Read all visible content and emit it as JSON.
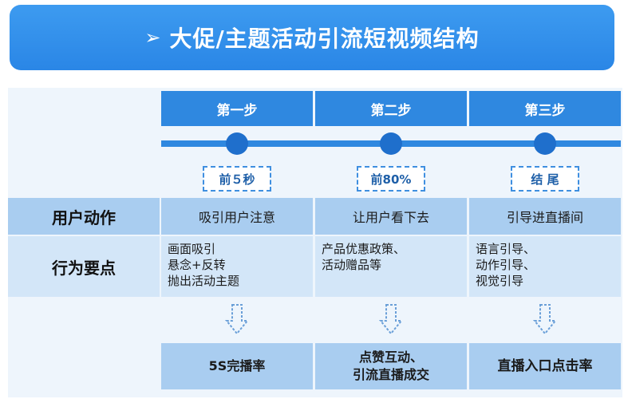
{
  "header": {
    "arrow": "➢",
    "title": "大促/主题活动引流短视频结构"
  },
  "steps": [
    {
      "label": "第一步",
      "phase": "前５秒"
    },
    {
      "label": "第二步",
      "phase": "前80%"
    },
    {
      "label": "第三步",
      "phase": "结 尾"
    }
  ],
  "rows": {
    "user_action": {
      "label": "用户动作",
      "cells": [
        "吸引用户注意",
        "让用户看下去",
        "引导进直播间"
      ]
    },
    "behavior": {
      "label": "行为要点",
      "cells": [
        [
          "画面吸引",
          "悬念+反转",
          "抛出活动主题"
        ],
        [
          "产品优惠政策、",
          "活动赠品等"
        ],
        [
          "语言引导、",
          "动作引导、",
          "视觉引导"
        ]
      ]
    }
  },
  "results": [
    [
      "5S完播率"
    ],
    [
      "点赞互动、",
      "引流直播成交"
    ],
    [
      "直播入口点击率"
    ]
  ],
  "colors": {
    "accent": "#2f88e0",
    "banner": "#3d9bf0",
    "row_dark": "#a9cdf0",
    "row_light": "#d3e6f8",
    "frame": "#eef5fc"
  },
  "icons": [
    "arrow-right-icon",
    "timeline-dot-icon",
    "dashed-down-arrow-icon"
  ]
}
